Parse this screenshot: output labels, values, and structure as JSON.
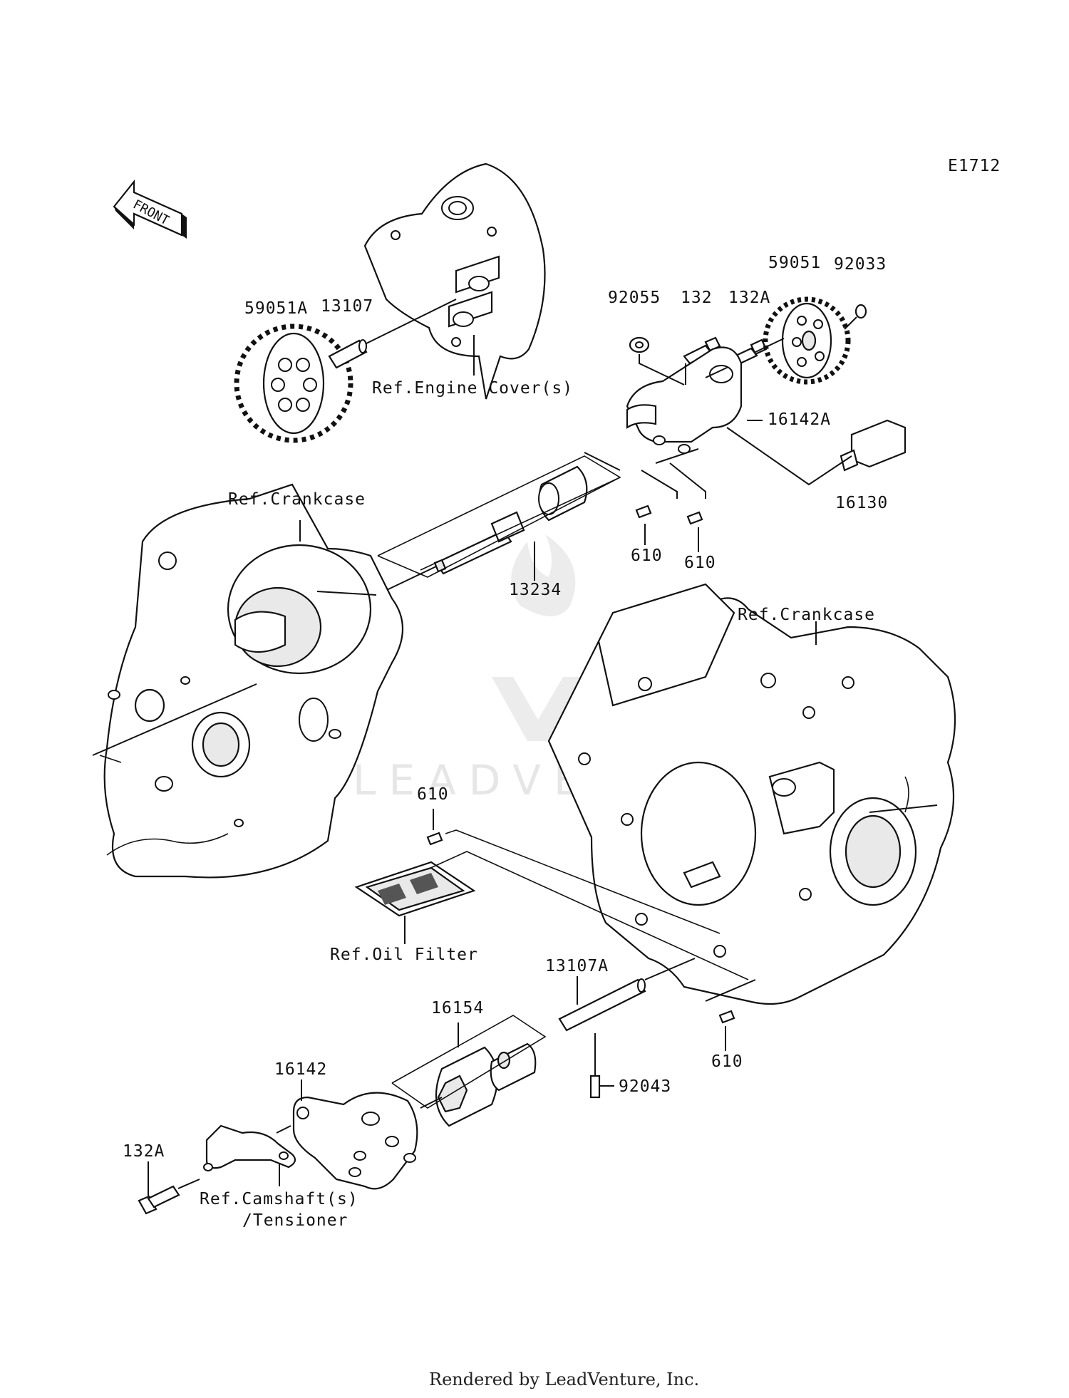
{
  "diagram_code": "E1712",
  "front_indicator": "FRONT",
  "watermark": "LEADVENTURE",
  "footer": "Rendered by LeadVenture, Inc.",
  "labels": {
    "p59051A": "59051A",
    "p13107": "13107",
    "ref_engine_cover": "Ref.Engine Cover(s)",
    "p92055": "92055",
    "p132": "132",
    "p132A_top": "132A",
    "p59051": "59051",
    "p92033": "92033",
    "p16142A": "16142A",
    "p16130": "16130",
    "ref_crankcase_left": "Ref.Crankcase",
    "p13234": "13234",
    "p610_a": "610",
    "p610_b": "610",
    "ref_crankcase_right": "Ref.Crankcase",
    "p610_c": "610",
    "ref_oil_filter": "Ref.Oil Filter",
    "p13107A": "13107A",
    "p16154": "16154",
    "p610_d": "610",
    "p92043": "92043",
    "p16142": "16142",
    "p132A_bottom": "132A",
    "ref_camshaft": "Ref.Camshaft(s)",
    "ref_tensioner": "/Tensioner"
  }
}
